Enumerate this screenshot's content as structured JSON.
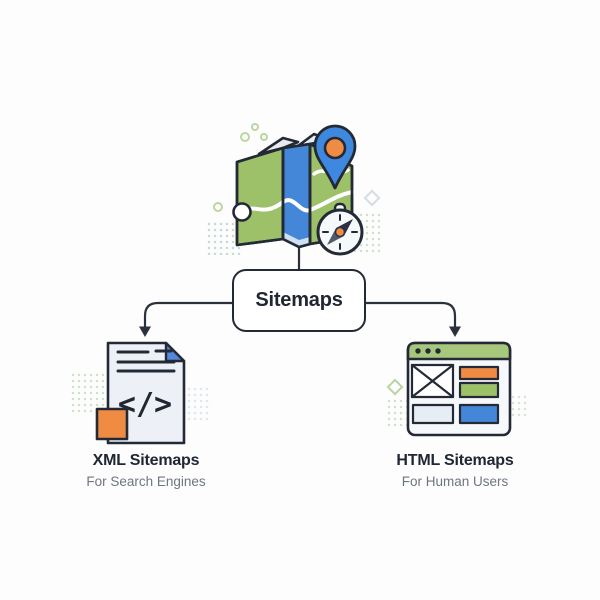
{
  "page": {
    "background": "#fdfdfd"
  },
  "diagram": {
    "root_node": {
      "label": "Sitemaps"
    },
    "branches": [
      {
        "title": "XML Sitemaps",
        "subtitle": "For Search Engines",
        "icon": "xml-document-icon"
      },
      {
        "title": "HTML Sitemaps",
        "subtitle": "For Human Users",
        "icon": "browser-window-icon"
      }
    ],
    "map_icon": {
      "elements": [
        "folded-map",
        "location-pin",
        "compass"
      ]
    },
    "code_glyph": "</>"
  },
  "colors": {
    "outline": "#242a35",
    "map_green": "#9dc169",
    "map_blue": "#4486d8",
    "accent_orange": "#f08b44",
    "pin_blue": "#3f88e0",
    "fold_blue": "#5588d8",
    "doc_fill": "#edf1f7",
    "browser_bar_green": "#a7c77c",
    "panel_light": "#e7edf4",
    "text_dark": "#202733",
    "text_gray": "#6e7681",
    "connector": "#2a303c",
    "background": "#fdfdfd"
  }
}
